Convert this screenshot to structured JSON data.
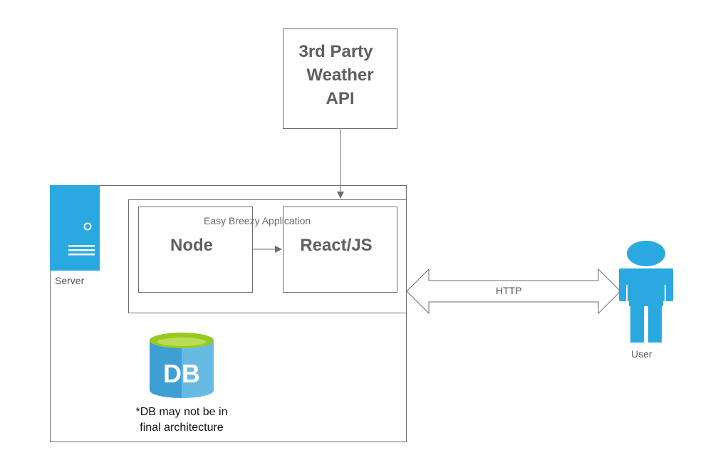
{
  "api_box": {
    "lines": [
      "3rd Party",
      "Weather",
      "API"
    ]
  },
  "server": {
    "label": "Server"
  },
  "application": {
    "label": "Easy Breezy Application"
  },
  "node_box": {
    "label": "Node"
  },
  "react_box": {
    "label": "React/JS"
  },
  "database": {
    "icon_text": "DB",
    "note_lines": [
      "*DB may not be in",
      "final architecture"
    ]
  },
  "connection": {
    "label": "HTTP"
  },
  "user": {
    "label": "User"
  },
  "colors": {
    "icon_blue": "#29a9e0",
    "db_green": "#9ac722",
    "stroke": "#6e6e6e"
  }
}
